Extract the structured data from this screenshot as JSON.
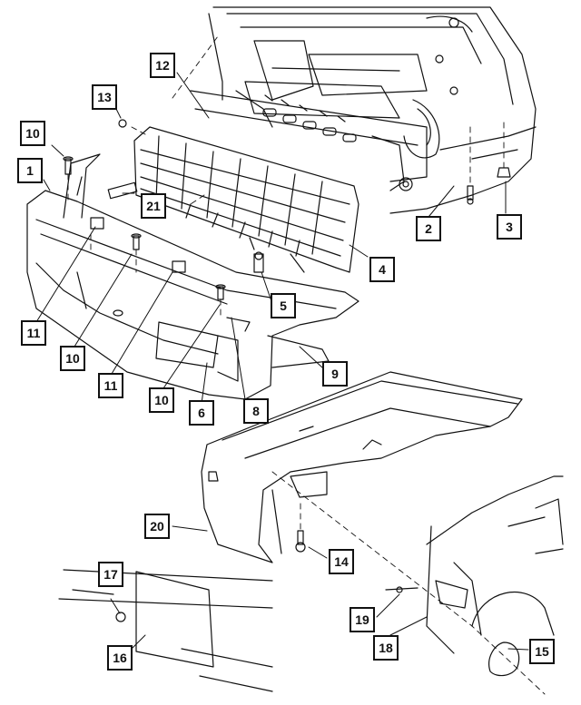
{
  "callouts": [
    {
      "id": "c1",
      "label": "1"
    },
    {
      "id": "c2",
      "label": "2"
    },
    {
      "id": "c3",
      "label": "3"
    },
    {
      "id": "c4",
      "label": "4"
    },
    {
      "id": "c5",
      "label": "5"
    },
    {
      "id": "c6",
      "label": "6"
    },
    {
      "id": "c8",
      "label": "8"
    },
    {
      "id": "c9",
      "label": "9"
    },
    {
      "id": "c10a",
      "label": "10"
    },
    {
      "id": "c10b",
      "label": "10"
    },
    {
      "id": "c10c",
      "label": "10"
    },
    {
      "id": "c11a",
      "label": "11"
    },
    {
      "id": "c11b",
      "label": "11"
    },
    {
      "id": "c12",
      "label": "12"
    },
    {
      "id": "c13",
      "label": "13"
    },
    {
      "id": "c14",
      "label": "14"
    },
    {
      "id": "c15",
      "label": "15"
    },
    {
      "id": "c16",
      "label": "16"
    },
    {
      "id": "c17",
      "label": "17"
    },
    {
      "id": "c18",
      "label": "18"
    },
    {
      "id": "c19",
      "label": "19"
    },
    {
      "id": "c20",
      "label": "20"
    },
    {
      "id": "c21",
      "label": "21"
    }
  ]
}
